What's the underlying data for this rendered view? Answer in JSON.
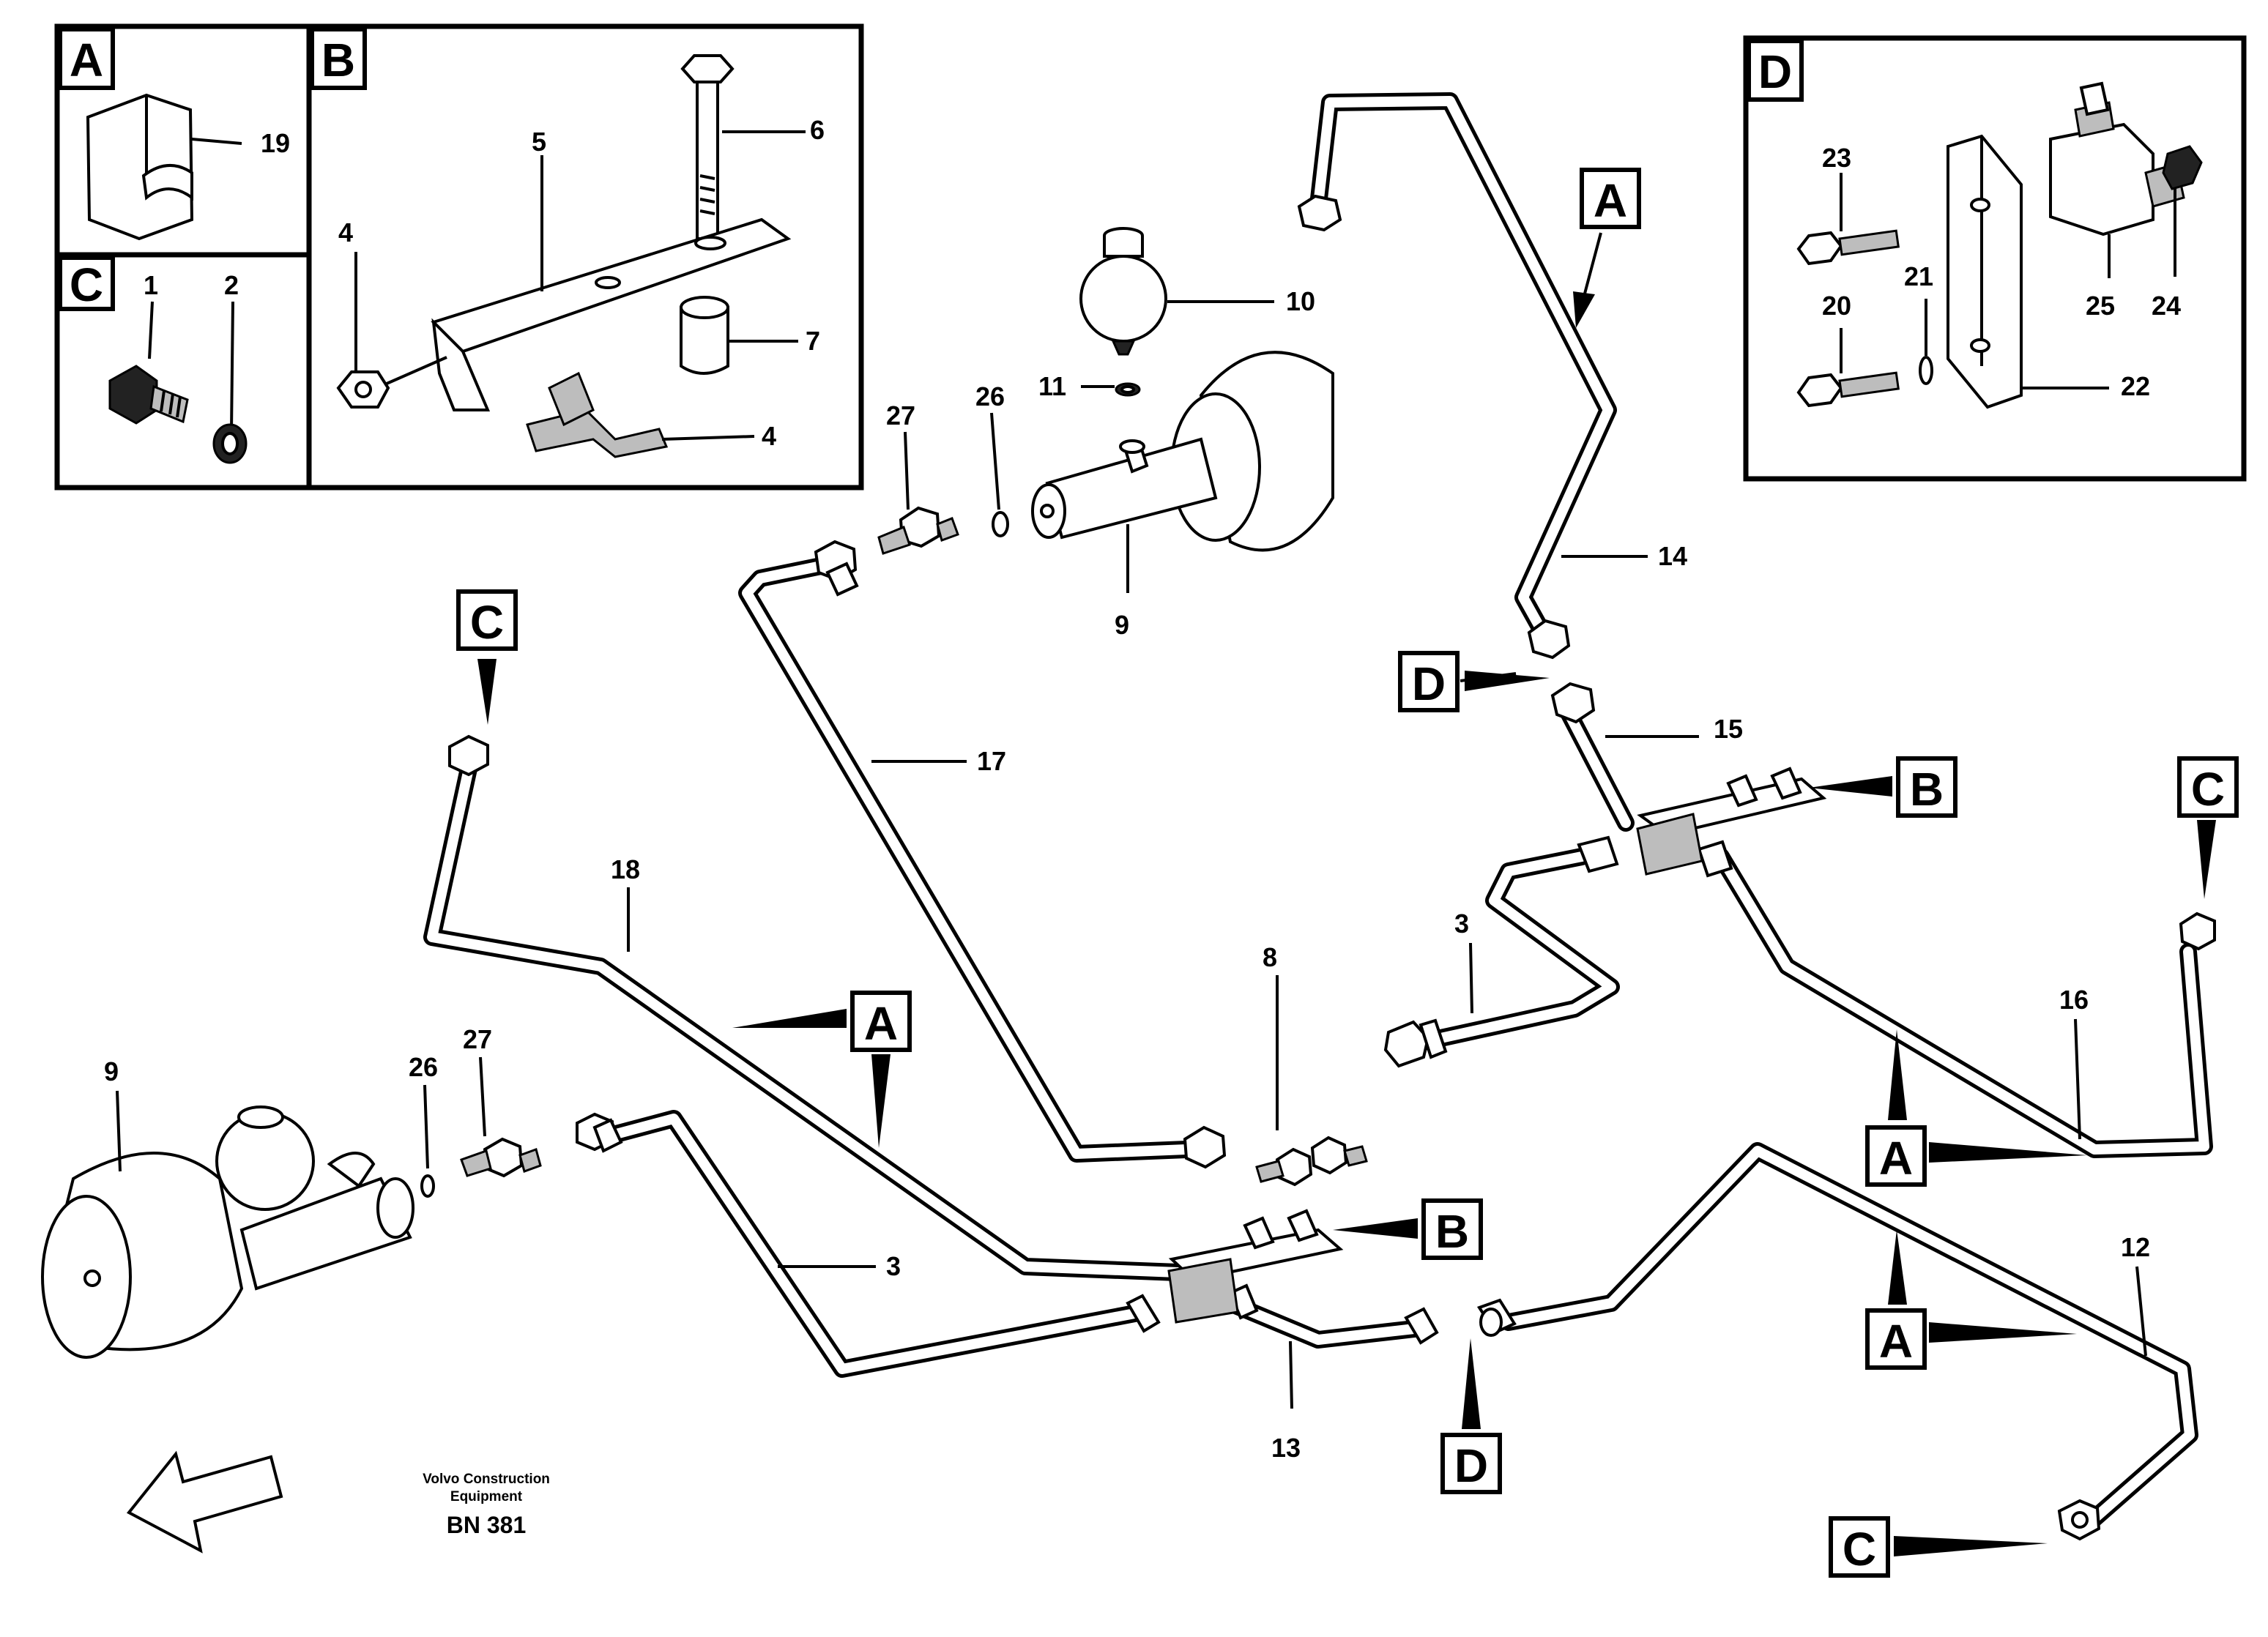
{
  "diagram": {
    "caption": {
      "brand_line1": "Volvo Construction",
      "brand_line2": "Equipment",
      "code": "BN 381"
    },
    "inset_letters": [
      "A",
      "B",
      "C",
      "D"
    ],
    "callouts": [
      "A",
      "B",
      "C",
      "D"
    ],
    "part_numbers": [
      "1",
      "2",
      "3",
      "4",
      "5",
      "6",
      "7",
      "8",
      "9",
      "10",
      "11",
      "12",
      "13",
      "14",
      "15",
      "16",
      "17",
      "18",
      "19",
      "20",
      "21",
      "22",
      "23",
      "24",
      "25",
      "26",
      "27"
    ]
  }
}
